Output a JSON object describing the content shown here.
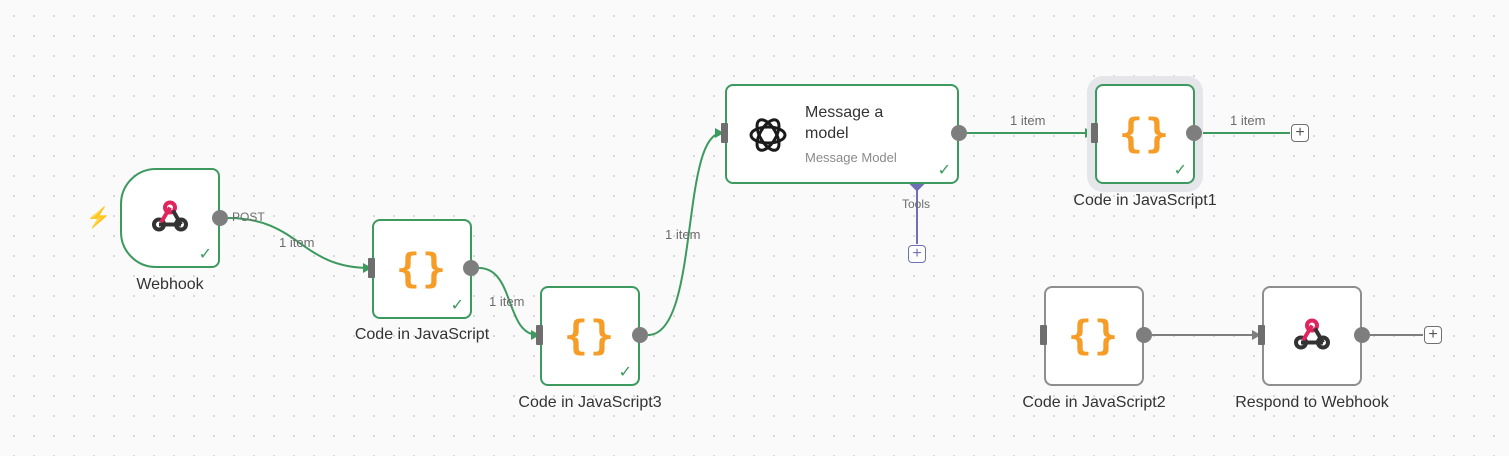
{
  "canvas": {
    "trigger_icon": "bolt-icon",
    "colors": {
      "success": "#3c9a5f",
      "idle": "#8e8e8e",
      "code_icon": "#f59d27",
      "webhook_icon": "#e0245e",
      "tool": "#6e70b6"
    }
  },
  "nodes": {
    "webhook": {
      "label": "Webhook",
      "icon": "webhook-icon",
      "status": "success"
    },
    "code": {
      "label": "Code in JavaScript",
      "icon": "code-braces-icon",
      "glyph": "{}",
      "status": "success"
    },
    "code3": {
      "label": "Code in JavaScript3",
      "icon": "code-braces-icon",
      "glyph": "{}",
      "status": "success"
    },
    "message_model": {
      "title": "Message a model",
      "subtitle": "Message Model",
      "icon": "openai-icon",
      "status": "success",
      "tool_port": "Tools"
    },
    "code1": {
      "label": "Code in JavaScript1",
      "icon": "code-braces-icon",
      "glyph": "{}",
      "status": "success",
      "selected": true
    },
    "code2": {
      "label": "Code in JavaScript2",
      "icon": "code-braces-icon",
      "glyph": "{}",
      "status": "idle"
    },
    "respond": {
      "label": "Respond to Webhook",
      "icon": "webhook-icon",
      "status": "idle"
    }
  },
  "edges": {
    "webhook_out": "POST",
    "e1": "1 item",
    "e2": "1 item",
    "e3": "1 item",
    "e4": "1 item",
    "e5": "1 item"
  },
  "add_button": "+"
}
